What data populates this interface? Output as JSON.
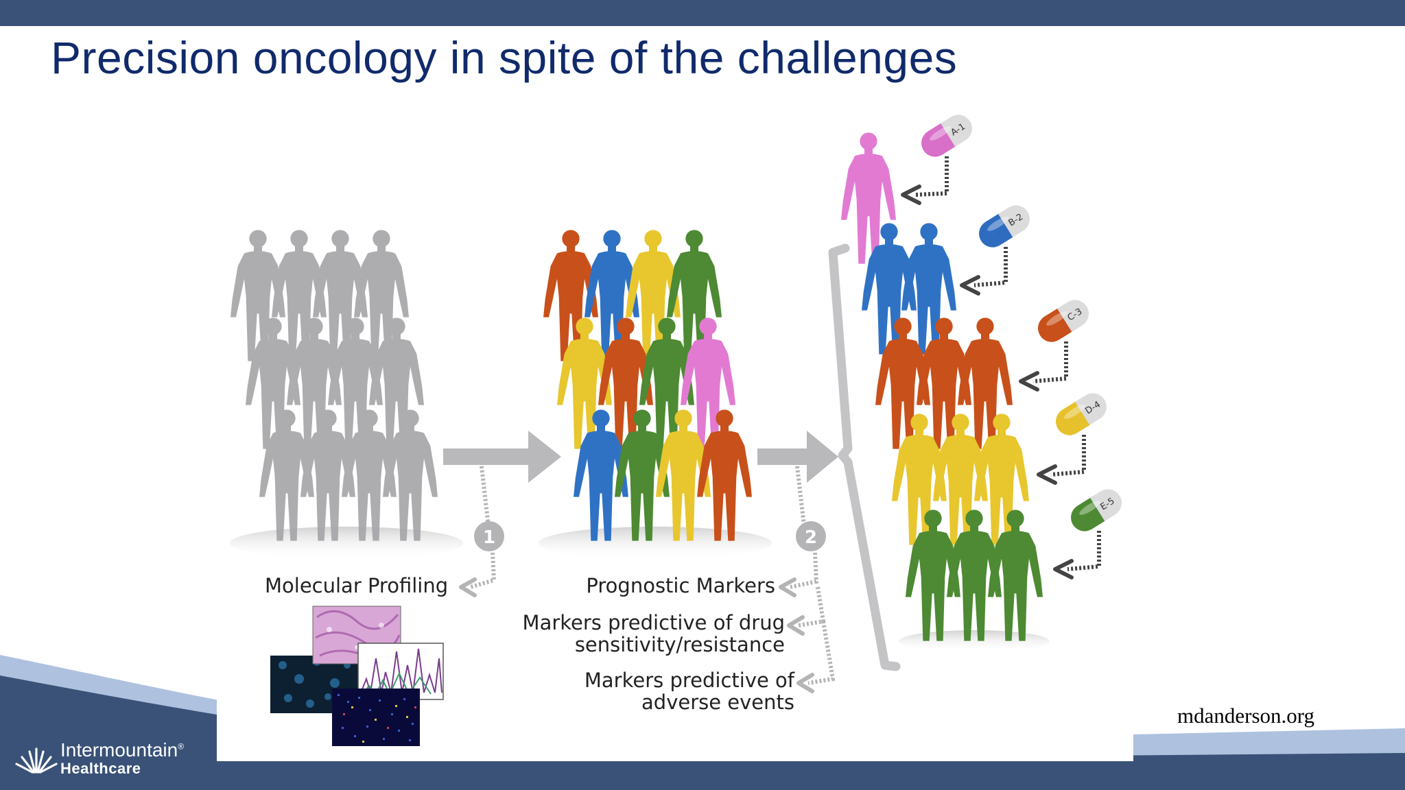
{
  "slide": {
    "title": "Precision oncology in spite of the challenges",
    "source": "mdanderson.org",
    "colors": {
      "banner": "#3a5278",
      "title": "#102a6b",
      "gray": "#a7a7ab",
      "orange": "#c8501a",
      "blue": "#2f72c4",
      "yellow": "#e8c62d",
      "green": "#4d8a33",
      "pink": "#e27ad2"
    }
  },
  "logo": {
    "name": "Intermountain",
    "trademark": "®",
    "sub": "Healthcare",
    "icon": "hands-icon"
  },
  "diagram": {
    "steps": [
      "1",
      "2"
    ],
    "labels": {
      "molecular_profiling": "Molecular Profiling",
      "prognostic_markers": "Prognostic Markers",
      "drug_sensitivity_line1": "Markers predictive of drug",
      "drug_sensitivity_line2": "sensitivity/resistance",
      "adverse_line1": "Markers predictive of",
      "adverse_line2": "adverse events"
    },
    "pills": [
      {
        "label": "A-1",
        "color": "#d86fc8"
      },
      {
        "label": "B-2",
        "color": "#2f6cc0"
      },
      {
        "label": "C-3",
        "color": "#c8501a"
      },
      {
        "label": "D-4",
        "color": "#e6c12b"
      },
      {
        "label": "E-5",
        "color": "#4d8a33"
      }
    ]
  }
}
